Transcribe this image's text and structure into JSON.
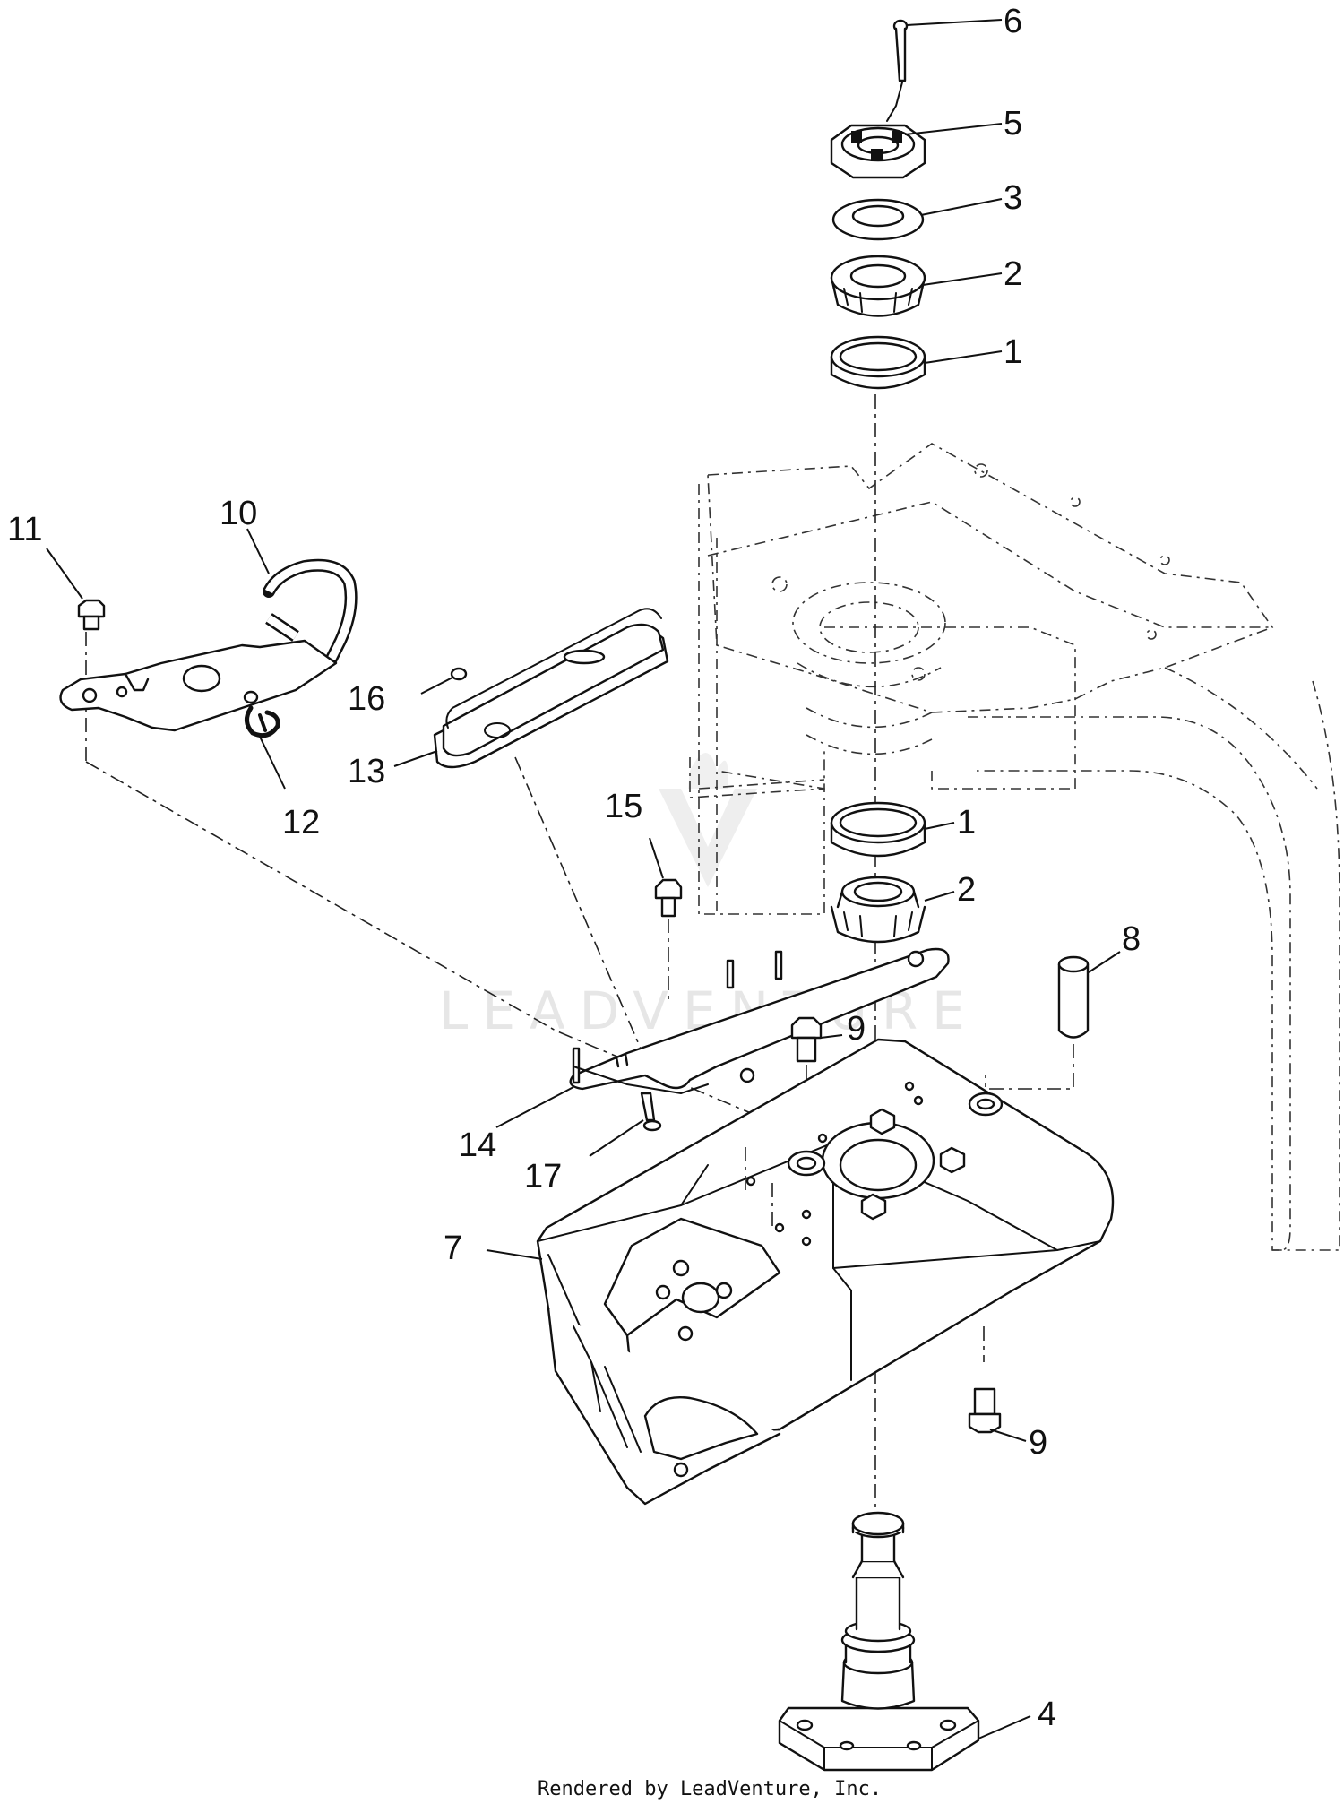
{
  "diagram": {
    "callouts": [
      {
        "id": "c6",
        "label": "6"
      },
      {
        "id": "c5",
        "label": "5"
      },
      {
        "id": "c3",
        "label": "3"
      },
      {
        "id": "c2a",
        "label": "2"
      },
      {
        "id": "c1a",
        "label": "1"
      },
      {
        "id": "c11",
        "label": "11"
      },
      {
        "id": "c10",
        "label": "10"
      },
      {
        "id": "c16",
        "label": "16"
      },
      {
        "id": "c13",
        "label": "13"
      },
      {
        "id": "c12",
        "label": "12"
      },
      {
        "id": "c15",
        "label": "15"
      },
      {
        "id": "c1b",
        "label": "1"
      },
      {
        "id": "c2b",
        "label": "2"
      },
      {
        "id": "c8",
        "label": "8"
      },
      {
        "id": "c9a",
        "label": "9"
      },
      {
        "id": "c14",
        "label": "14"
      },
      {
        "id": "c17",
        "label": "17"
      },
      {
        "id": "c7",
        "label": "7"
      },
      {
        "id": "c9b",
        "label": "9"
      },
      {
        "id": "c4",
        "label": "4"
      }
    ],
    "watermark": "LEADVENTURE",
    "credit": "Rendered by LeadVenture, Inc."
  }
}
